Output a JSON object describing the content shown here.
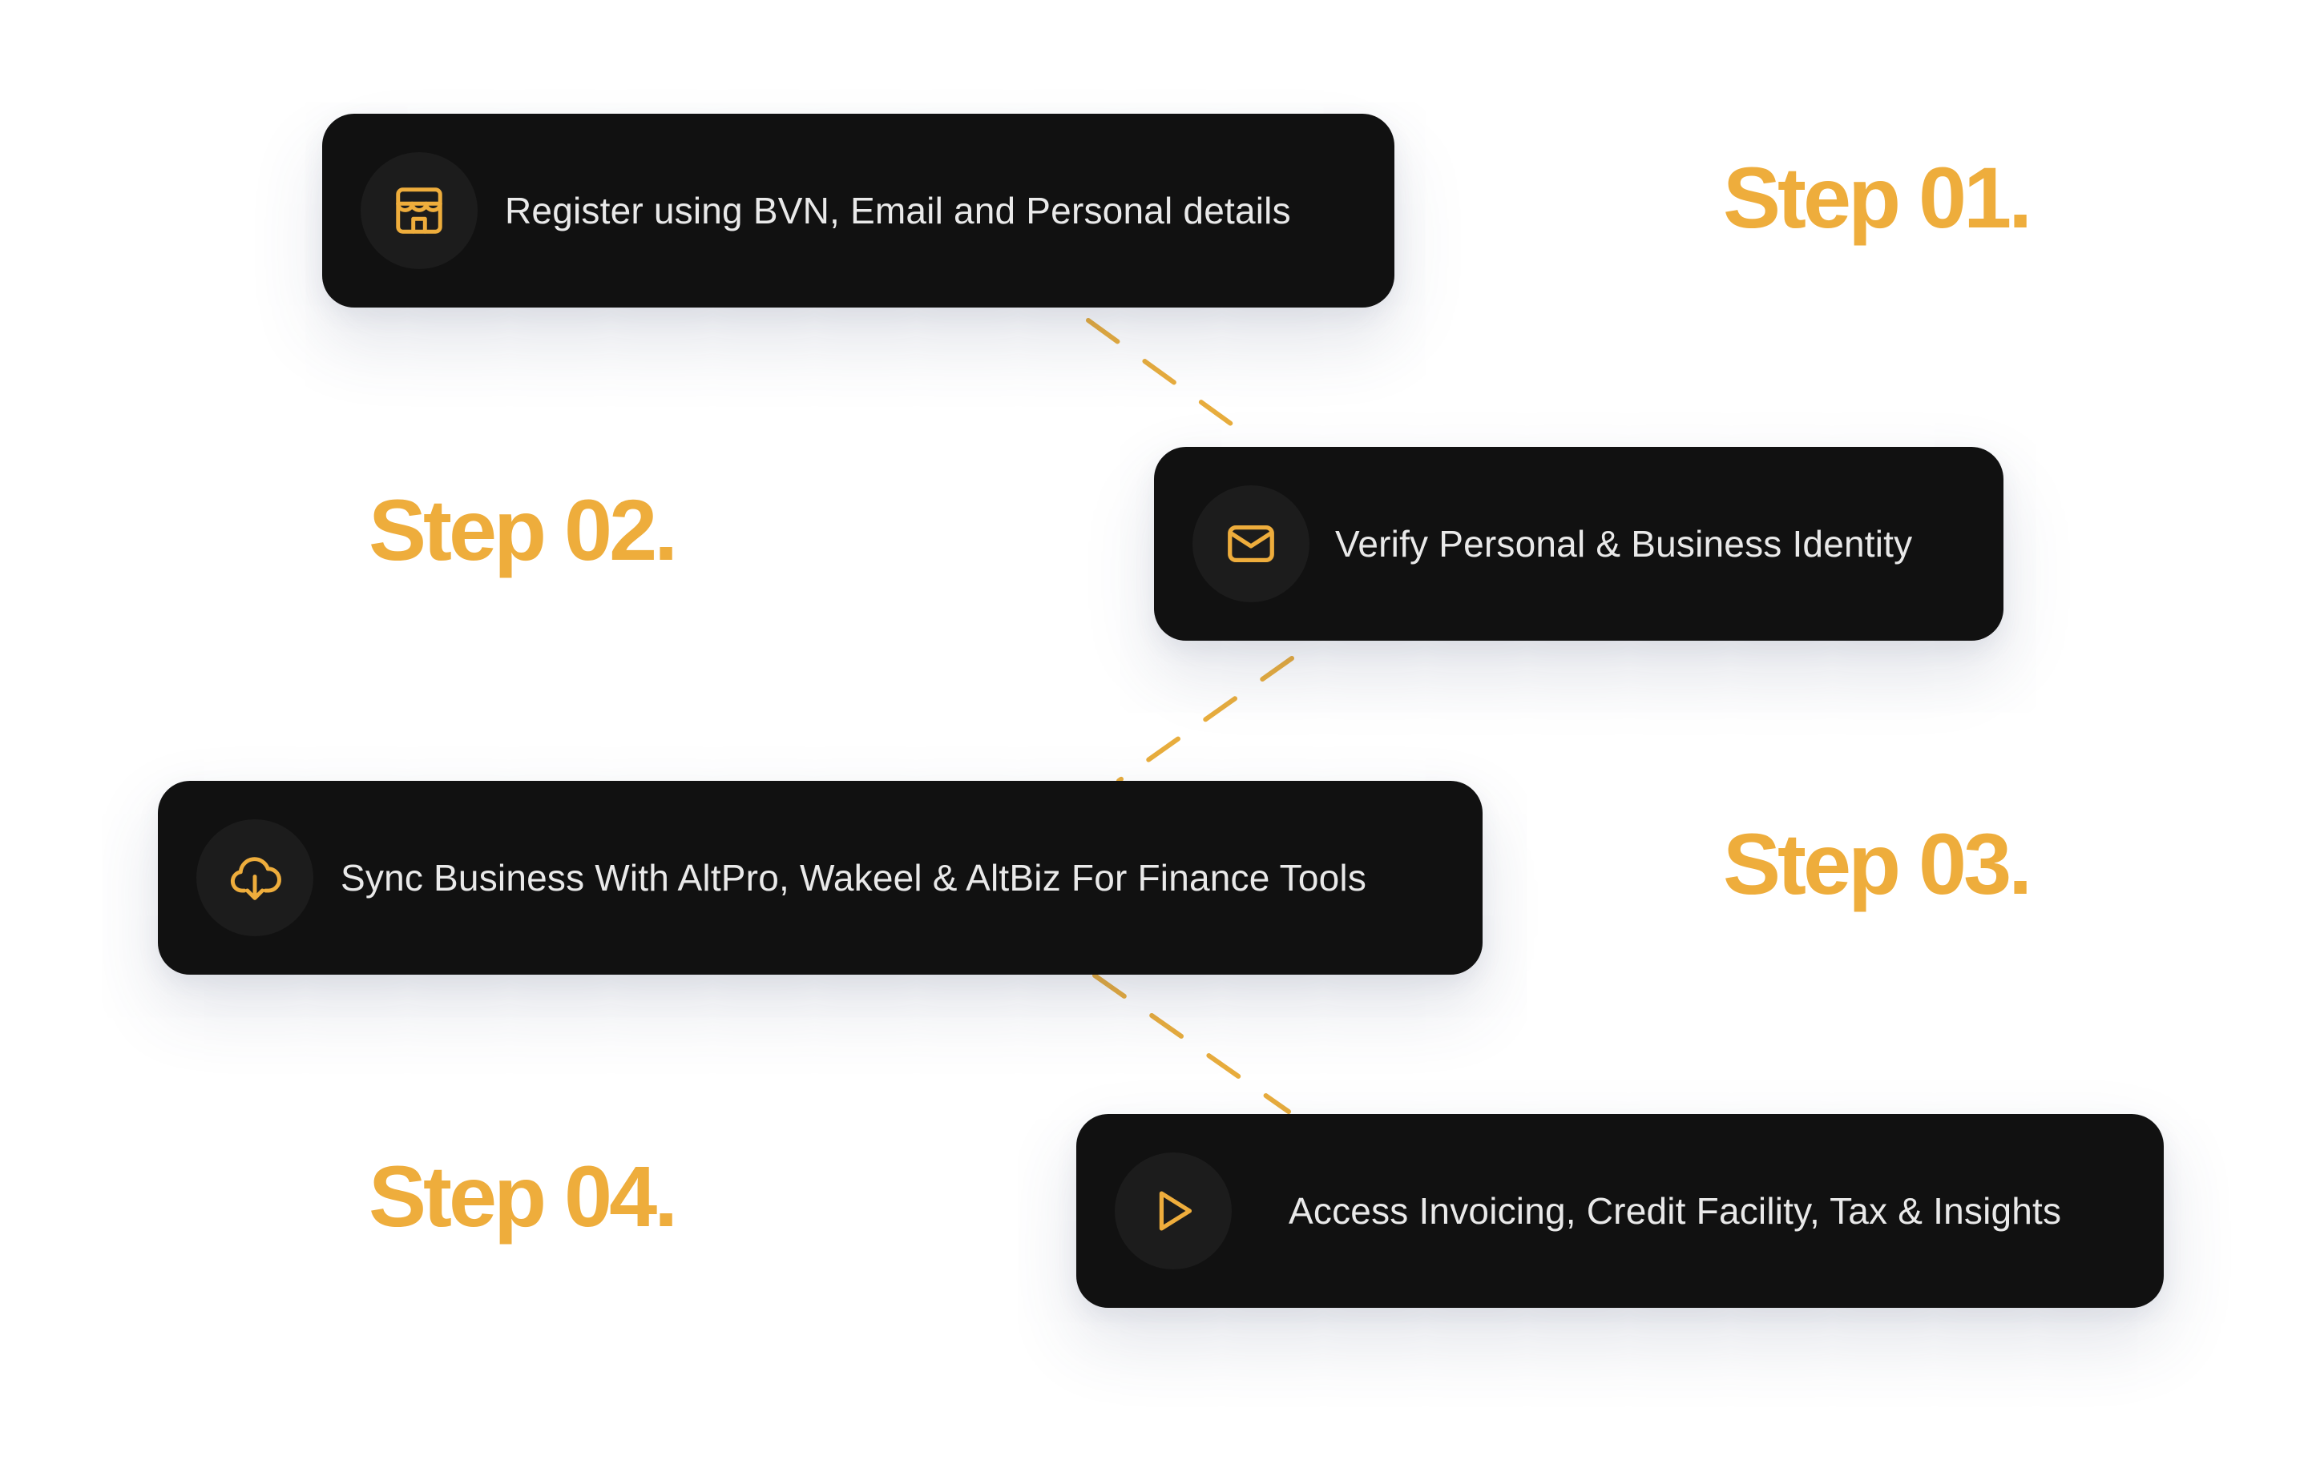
{
  "accent_color": "#eead3c",
  "card_color": "#111111",
  "steps": [
    {
      "step_label": "Step 01.",
      "text": "Register using BVN, Email and Personal details",
      "icon": "storefront-icon"
    },
    {
      "step_label": "Step 02.",
      "text": "Verify  Personal & Business Identity",
      "icon": "mail-icon"
    },
    {
      "step_label": "Step 03.",
      "text": "Sync Business With AltPro, Wakeel & AltBiz For Finance Tools",
      "icon": "cloud-download-icon"
    },
    {
      "step_label": "Step 04.",
      "text": "Access Invoicing, Credit Facility, Tax & Insights",
      "icon": "play-icon"
    }
  ]
}
